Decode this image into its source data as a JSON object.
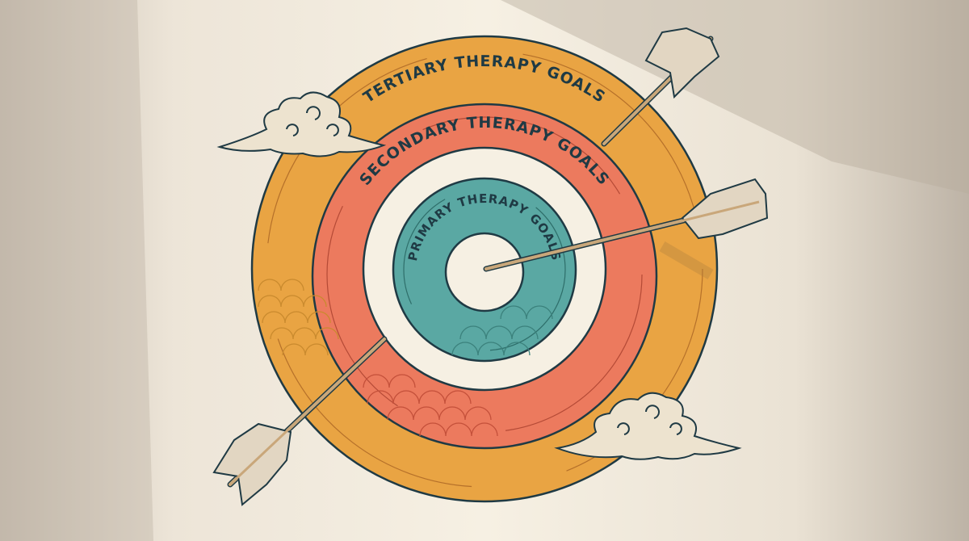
{
  "rings": {
    "tertiary": {
      "label": "TERTIARY THERAPY GOALS",
      "color": "#E9A443"
    },
    "secondary": {
      "label": "SECONDARY THERAPY GOALS",
      "color": "#EC7A5E"
    },
    "primary": {
      "label": "PRIMARY THERAPY GOALS",
      "color": "#5AA8A3"
    }
  },
  "colors": {
    "background": "#EFE8DC",
    "outline": "#1F3A44",
    "cream": "#F6F0E3",
    "shaft": "#C9A77A",
    "feather": "#E2D6C2"
  }
}
